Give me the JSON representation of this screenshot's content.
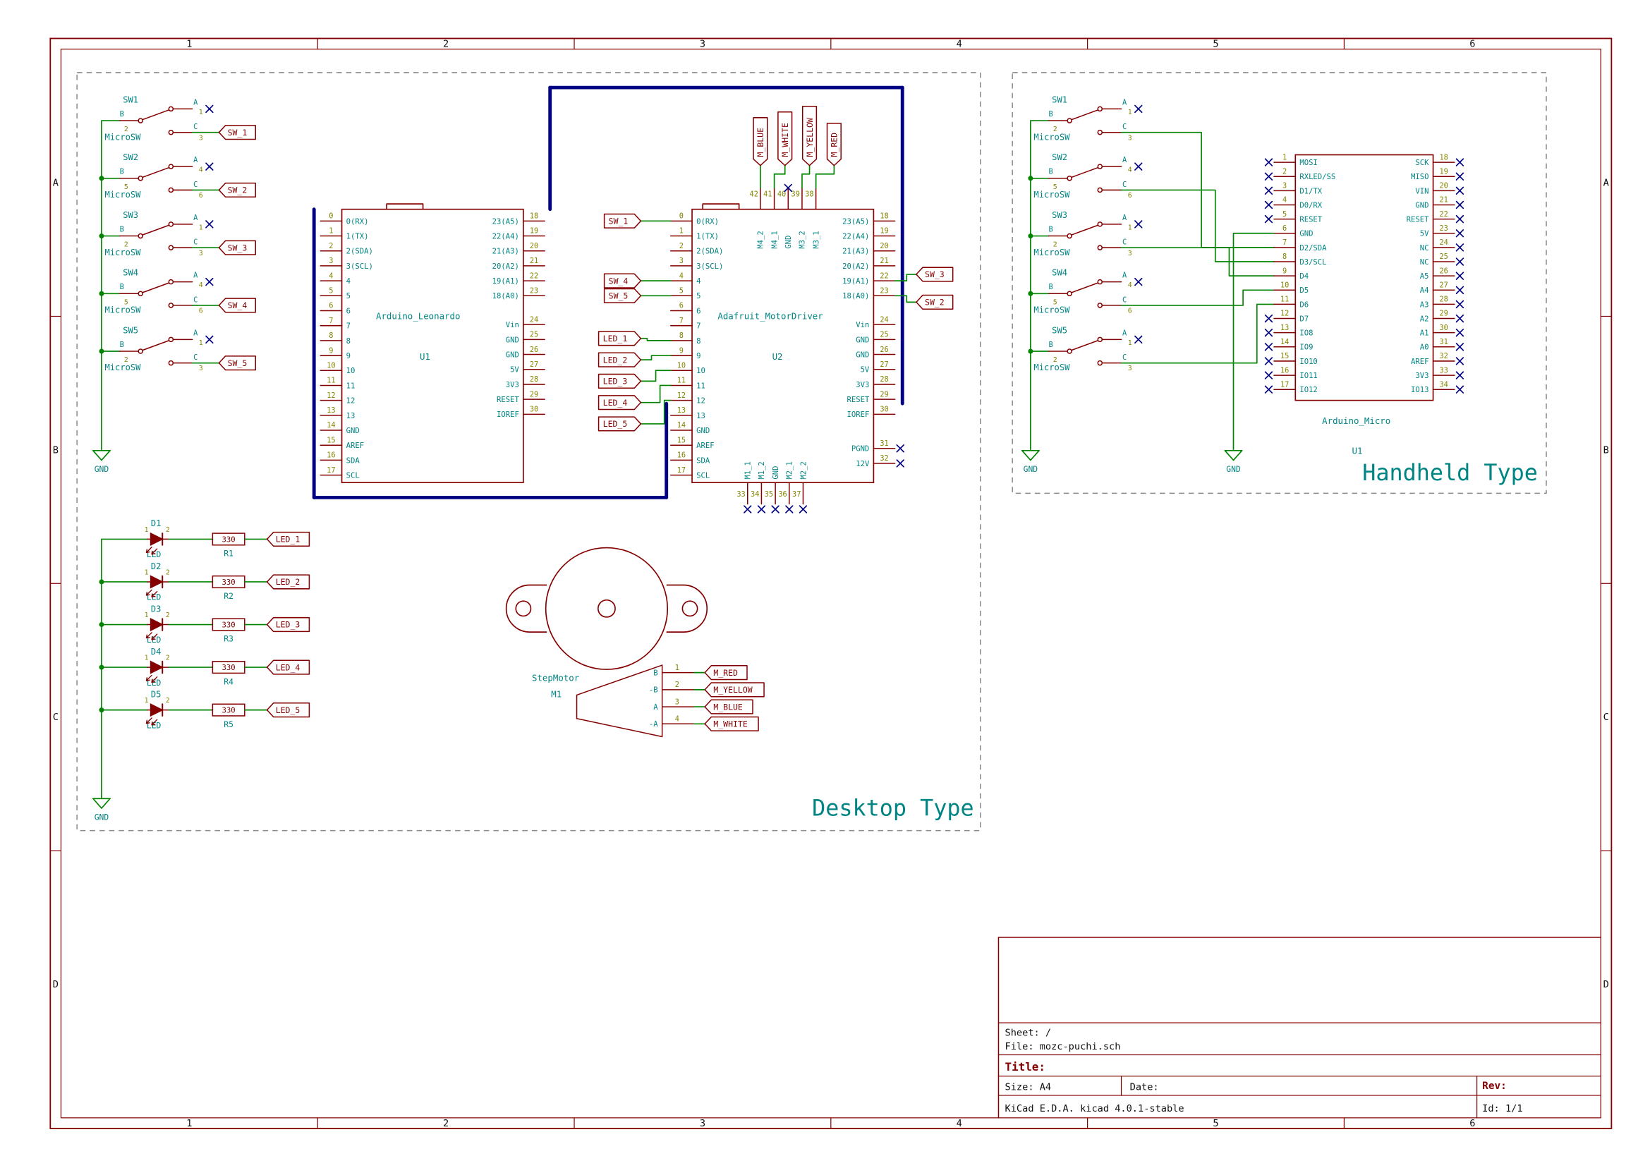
{
  "frame": {
    "columns": [
      "1",
      "2",
      "3",
      "4",
      "5",
      "6"
    ],
    "rows": [
      "A",
      "B",
      "C",
      "D"
    ]
  },
  "title_block": {
    "sheet": "Sheet: /",
    "file": "File: mozc-puchi.sch",
    "title_label": "Title:",
    "size": "Size: A4",
    "date": "Date:",
    "rev": "Rev:",
    "generator": "KiCad E.D.A.  kicad 4.0.1-stable",
    "id": "Id: 1/1"
  },
  "desktop": {
    "section_label": "Desktop Type",
    "gnd": "GND",
    "switches": [
      {
        "ref": "SW1",
        "value": "MicroSW",
        "a": [
          "A",
          "1"
        ],
        "b": [
          "B",
          "2"
        ],
        "c": [
          "C",
          "3"
        ],
        "label": "SW_1"
      },
      {
        "ref": "SW2",
        "value": "MicroSW",
        "a": [
          "A",
          "4"
        ],
        "b": [
          "B",
          "5"
        ],
        "c": [
          "C",
          "6"
        ],
        "label": "SW_2"
      },
      {
        "ref": "SW3",
        "value": "MicroSW",
        "a": [
          "A",
          "1"
        ],
        "b": [
          "B",
          "2"
        ],
        "c": [
          "C",
          "3"
        ],
        "label": "SW_3"
      },
      {
        "ref": "SW4",
        "value": "MicroSW",
        "a": [
          "A",
          "4"
        ],
        "b": [
          "B",
          "5"
        ],
        "c": [
          "C",
          "6"
        ],
        "label": "SW_4"
      },
      {
        "ref": "SW5",
        "value": "MicroSW",
        "a": [
          "A",
          "1"
        ],
        "b": [
          "B",
          "2"
        ],
        "c": [
          "C",
          "3"
        ],
        "label": "SW_5"
      }
    ],
    "leds": [
      {
        "ref": "D1",
        "value": "LED",
        "p1": "1",
        "p2": "2",
        "rref": "R1",
        "rval": "330",
        "label": "LED_1"
      },
      {
        "ref": "D2",
        "value": "LED",
        "p1": "1",
        "p2": "2",
        "rref": "R2",
        "rval": "330",
        "label": "LED_2"
      },
      {
        "ref": "D3",
        "value": "LED",
        "p1": "1",
        "p2": "2",
        "rref": "R3",
        "rval": "330",
        "label": "LED_3"
      },
      {
        "ref": "D4",
        "value": "LED",
        "p1": "1",
        "p2": "2",
        "rref": "R4",
        "rval": "330",
        "label": "LED_4"
      },
      {
        "ref": "D5",
        "value": "LED",
        "p1": "1",
        "p2": "2",
        "rref": "R5",
        "rval": "330",
        "label": "LED_5"
      }
    ],
    "leonardo": {
      "ref": "U1",
      "value": "Arduino_Leonardo",
      "left": [
        [
          "0",
          "0(RX)"
        ],
        [
          "1",
          "1(TX)"
        ],
        [
          "2",
          "2(SDA)"
        ],
        [
          "3",
          "3(SCL)"
        ],
        [
          "4",
          "4"
        ],
        [
          "5",
          "5"
        ],
        [
          "6",
          "6"
        ],
        [
          "7",
          "7"
        ],
        [
          "8",
          "8"
        ],
        [
          "9",
          "9"
        ],
        [
          "10",
          "10"
        ],
        [
          "11",
          "11"
        ],
        [
          "12",
          "12"
        ],
        [
          "13",
          "13"
        ],
        [
          "14",
          "GND"
        ],
        [
          "15",
          "AREF"
        ],
        [
          "16",
          "SDA"
        ],
        [
          "17",
          "SCL"
        ]
      ],
      "right_a": [
        [
          "18",
          "23(A5)"
        ],
        [
          "19",
          "22(A4)"
        ],
        [
          "20",
          "21(A3)"
        ],
        [
          "21",
          "20(A2)"
        ],
        [
          "22",
          "19(A1)"
        ],
        [
          "23",
          "18(A0)"
        ]
      ],
      "right_b": [
        [
          "24",
          "Vin"
        ],
        [
          "25",
          "GND"
        ],
        [
          "26",
          "GND"
        ],
        [
          "27",
          "5V"
        ],
        [
          "28",
          "3V3"
        ],
        [
          "29",
          "RESET"
        ],
        [
          "30",
          "IOREF"
        ]
      ]
    },
    "driver": {
      "ref": "U2",
      "value": "Adafruit_MotorDriver",
      "left": [
        [
          "0",
          "0(RX)"
        ],
        [
          "1",
          "1(TX)"
        ],
        [
          "2",
          "2(SDA)"
        ],
        [
          "3",
          "3(SCL)"
        ],
        [
          "4",
          "4"
        ],
        [
          "5",
          "5"
        ],
        [
          "6",
          "6"
        ],
        [
          "7",
          "7"
        ],
        [
          "8",
          "8"
        ],
        [
          "9",
          "9"
        ],
        [
          "10",
          "10"
        ],
        [
          "11",
          "11"
        ],
        [
          "12",
          "12"
        ],
        [
          "13",
          "13"
        ],
        [
          "14",
          "GND"
        ],
        [
          "15",
          "AREF"
        ],
        [
          "16",
          "SDA"
        ],
        [
          "17",
          "SCL"
        ]
      ],
      "right_a": [
        [
          "18",
          "23(A5)"
        ],
        [
          "19",
          "22(A4)"
        ],
        [
          "20",
          "21(A3)"
        ],
        [
          "21",
          "20(A2)"
        ],
        [
          "22",
          "19(A1)"
        ],
        [
          "23",
          "18(A0)"
        ]
      ],
      "right_b": [
        [
          "24",
          "Vin"
        ],
        [
          "25",
          "GND"
        ],
        [
          "26",
          "GND"
        ],
        [
          "27",
          "5V"
        ],
        [
          "28",
          "3V3"
        ],
        [
          "29",
          "RESET"
        ],
        [
          "30",
          "IOREF"
        ]
      ],
      "right_c": [
        [
          "31",
          "PGND"
        ],
        [
          "32",
          "12V"
        ]
      ],
      "top": [
        [
          "42",
          "M4_2"
        ],
        [
          "41",
          "M4_1"
        ],
        [
          "40",
          "GND"
        ],
        [
          "39",
          "M3_2"
        ],
        [
          "38",
          "M3_1"
        ]
      ],
      "bottom": [
        [
          "33",
          "M1_1"
        ],
        [
          "34",
          "M1_2"
        ],
        [
          "35",
          "GND"
        ],
        [
          "36",
          "M2_1"
        ],
        [
          "37",
          "M2_2"
        ]
      ],
      "top_labels": [
        "M_BLUE",
        "M_WHITE",
        "M_YELLOW",
        "M_RED"
      ],
      "left_labels": [
        "SW_1",
        "SW_4",
        "SW_5"
      ],
      "led_labels": [
        "LED_1",
        "LED_2",
        "LED_3",
        "LED_4",
        "LED_5"
      ],
      "right_labels": [
        "SW_3",
        "SW_2"
      ]
    },
    "motor": {
      "ref": "M1",
      "value": "StepMotor",
      "pins": [
        [
          "B",
          "1",
          "M_RED"
        ],
        [
          "-B",
          "2",
          "M_YELLOW"
        ],
        [
          "A",
          "3",
          "M_BLUE"
        ],
        [
          "-A",
          "4",
          "M_WHITE"
        ]
      ]
    }
  },
  "handheld": {
    "section_label": "Handheld Type",
    "gnd": "GND",
    "switches": [
      {
        "ref": "SW1",
        "value": "MicroSW",
        "a": [
          "A",
          "1"
        ],
        "b": [
          "B",
          "2"
        ],
        "c": [
          "C",
          "3"
        ]
      },
      {
        "ref": "SW2",
        "value": "MicroSW",
        "a": [
          "A",
          "4"
        ],
        "b": [
          "B",
          "5"
        ],
        "c": [
          "C",
          "6"
        ]
      },
      {
        "ref": "SW3",
        "value": "MicroSW",
        "a": [
          "A",
          "1"
        ],
        "b": [
          "B",
          "2"
        ],
        "c": [
          "C",
          "3"
        ]
      },
      {
        "ref": "SW4",
        "value": "MicroSW",
        "a": [
          "A",
          "4"
        ],
        "b": [
          "B",
          "5"
        ],
        "c": [
          "C",
          "6"
        ]
      },
      {
        "ref": "SW5",
        "value": "MicroSW",
        "a": [
          "A",
          "1"
        ],
        "b": [
          "B",
          "2"
        ],
        "c": [
          "C",
          "3"
        ]
      }
    ],
    "micro": {
      "ref": "U1",
      "value": "Arduino_Micro",
      "left": [
        [
          "1",
          "MOSI"
        ],
        [
          "2",
          "RXLED/SS"
        ],
        [
          "3",
          "D1/TX"
        ],
        [
          "4",
          "D0/RX"
        ],
        [
          "5",
          "RESET"
        ],
        [
          "6",
          "GND"
        ],
        [
          "7",
          "D2/SDA"
        ],
        [
          "8",
          "D3/SCL"
        ],
        [
          "9",
          "D4"
        ],
        [
          "10",
          "D5"
        ],
        [
          "11",
          "D6"
        ],
        [
          "12",
          "D7"
        ],
        [
          "13",
          "IO8"
        ],
        [
          "14",
          "IO9"
        ],
        [
          "15",
          "IO10"
        ],
        [
          "16",
          "IO11"
        ],
        [
          "17",
          "IO12"
        ]
      ],
      "left_nc": [
        0,
        1,
        2,
        3,
        4,
        11,
        12,
        13,
        14,
        15,
        16
      ],
      "right": [
        [
          "18",
          "SCK"
        ],
        [
          "19",
          "MISO"
        ],
        [
          "20",
          "VIN"
        ],
        [
          "21",
          "GND"
        ],
        [
          "22",
          "RESET"
        ],
        [
          "23",
          "5V"
        ],
        [
          "24",
          "NC"
        ],
        [
          "25",
          "NC"
        ],
        [
          "26",
          "A5"
        ],
        [
          "27",
          "A4"
        ],
        [
          "28",
          "A3"
        ],
        [
          "29",
          "A2"
        ],
        [
          "30",
          "A1"
        ],
        [
          "31",
          "A0"
        ],
        [
          "32",
          "AREF"
        ],
        [
          "33",
          "3V3"
        ],
        [
          "34",
          "IO13"
        ]
      ]
    }
  },
  "colors": {
    "wire": "#008400",
    "bus": "#000084",
    "component": "#840000",
    "pin_name": "#008484",
    "pin_number": "#848400",
    "label": "#840000",
    "noconnect": "#000084",
    "text": "#008484",
    "section": "#8a8a8a",
    "frame": "#840000",
    "frametext": "#101010",
    "titletext": "#101010"
  }
}
